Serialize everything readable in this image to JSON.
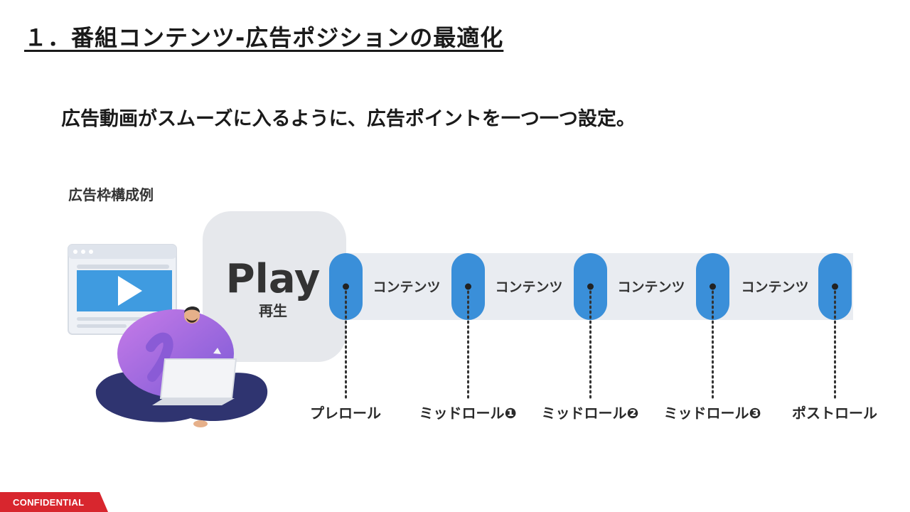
{
  "slide": {
    "title": "１．番組コンテンツ-広告ポジションの最適化",
    "lead": "広告動画がスムーズに入るように、広告ポイントを一つ一つ設定。",
    "frame_label": "広告枠構成例",
    "confidential": "CONFIDENTIAL"
  },
  "diagram": {
    "play_label": "Play",
    "play_sub": "再生",
    "content_label": "コンテンツ",
    "points": [
      "プレロール",
      "ミッドロール❶",
      "ミッドロール❷",
      "ミッドロール❸",
      "ポストロール"
    ],
    "colors": {
      "accent_blue": "#3a8fd9",
      "bar_gray": "#e9ecf1",
      "play_box": "#e6e8ec",
      "confidential_red": "#d8262e"
    }
  }
}
